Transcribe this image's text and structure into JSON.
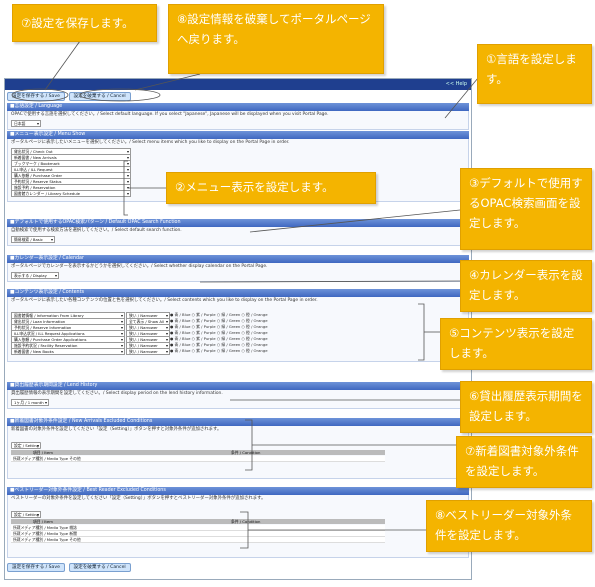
{
  "callouts": {
    "c7": "⑦設定を保存します。",
    "c8": "⑧設定情報を破棄してポータルページへ戻ります。",
    "c1": "①言語を設定します。",
    "c2": "②メニュー表示を設定します。",
    "c3": "③デフォルトで使用するOPAC検索画面を設定します。",
    "c4": "④カレンダー表示を設定します。",
    "c5": "⑤コンテンツ表示を設定します。",
    "c6": "⑥貸出履歴表示期間を設定します。",
    "c7b": "⑦新着図書対象外条件を設定します。",
    "c8b": "⑧ベストリーダー対象外条件を設定します。"
  },
  "ui": {
    "help": "<< Help",
    "save_button": "設定を保存する / Save",
    "cancel_button": "設定を破棄する / Cancel",
    "sections": {
      "lang": {
        "title": "■言語設定 / Language",
        "desc": "OPACで使用する言語を選択してください。/ Select default language. If you select \"Japanese\", Japanese will be displayed when you visit Portal Page.",
        "value": "日本語"
      },
      "menu": {
        "title": "■メニュー表示設定 / Menu Show",
        "desc": "ポータルページに表示したいメニューを選択してください。/ Select menu items which you like to display on the Portal Page in order.",
        "items": [
          "貸出状況 / Check Out",
          "新着図書 / New Arrivals",
          "ブックマーク / Bookmark",
          "ILL申込 / ILL Request",
          "購入依頼 / Purchase Order",
          "予約状況 / Reserve Status",
          "施設予約 / Reservation",
          "図書館カレンダー / Library Schedule"
        ]
      },
      "opac": {
        "title": "■デフォルトで使用するOPAC検索パターン / Default OPAC Search Function",
        "desc": "自動検索で使用する検索方法を選択してください。/ Select default search function.",
        "value": "簡易検索 / Basic"
      },
      "calendar": {
        "title": "■カレンダー表示設定 / Calendar",
        "desc": "ポータルページでカレンダーを表示するかどうかを選択してください。/ Select whether display calendar on the Portal Page.",
        "value": "表示する / Display"
      },
      "contents": {
        "title": "■コンテンツ表示設定 / Contents",
        "desc": "ポータルページに表示したい各種コンテンツの位置と色を選択してください。/ Select contents which you like to display on the Portal Page in order.",
        "rows": [
          [
            "図書館情報 / Information From Library",
            "狭い / Narrower"
          ],
          [
            "貸出状況 / Loan Information",
            "全て表示 / Show All"
          ],
          [
            "予約状況 / Reserve Information",
            "狭い / Narrower"
          ],
          [
            "ILL申込状況 / ILL Request Applications",
            "狭い / Narrower"
          ],
          [
            "購入依頼 / Purchase Order Applications",
            "狭い / Narrower"
          ],
          [
            "施設予約状況 / Facility Reservation",
            "狭い / Narrower"
          ],
          [
            "新着図書 / New Books",
            "狭い / Narrower"
          ]
        ],
        "colors": "● 青 / Blue  ○ 紫 / Purple  ○ 緑 / Green  ○ 橙 / Orange"
      },
      "lending": {
        "title": "■貸出履歴表示期間設定 / Lend History",
        "desc": "貸出履歴情報の表示期間を設定してください。/ Select display period on the lend history information.",
        "value": "1ヶ月 / 1 month"
      },
      "newbooks": {
        "title": "■新着図書対象外条件設定 / New Arrivals Excluded Conditions",
        "desc": "新着図書の対象外条件を設定してください「設定（Setting）」ボタンを押すと対象外条件が追加されます。",
        "button": "設定 / Setting",
        "col1": "項目 / Item",
        "col2": "条件 / Condition",
        "row": "所蔵メディア種別 / Media Type  その他"
      },
      "bestreader": {
        "title": "■ベストリーダー対象外条件設定 / Best Reader Excluded Conditions",
        "desc": "ベストリーダーの対象外条件を設定してください「設定（Setting）」ボタンを押すとベストリーダー対象外条件が追加されます。",
        "button": "設定 / Setting",
        "col1": "項目 / Item",
        "col2": "条件 / Condition",
        "rows": [
          "所蔵メディア種別 / Media Type  雑誌",
          "所蔵メディア種別 / Media Type  新聞",
          "所蔵メディア種別 / Media Type  その他"
        ]
      }
    }
  }
}
